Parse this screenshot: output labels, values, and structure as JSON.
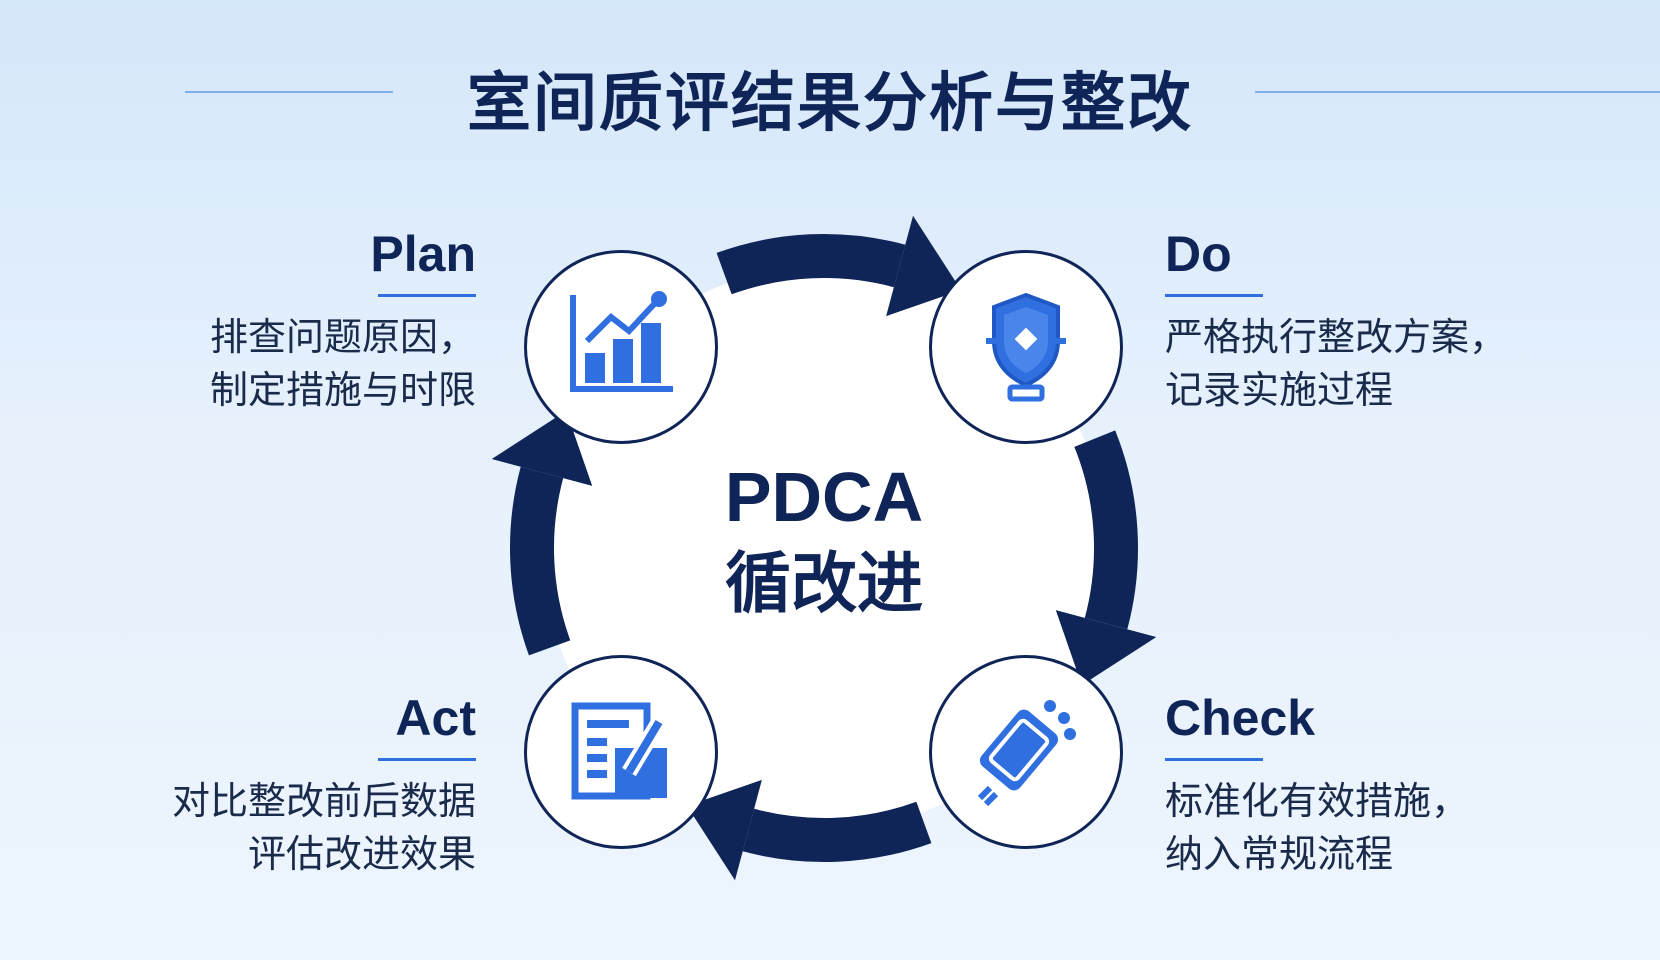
{
  "title": "室间质评结果分析与整改",
  "center": {
    "line1": "PDCA",
    "line2": "循改进"
  },
  "steps": [
    {
      "name": "Plan",
      "lines": [
        "排查问题原因，",
        "制定措施与时限"
      ],
      "icon": "bar-chart-icon"
    },
    {
      "name": "Do",
      "lines": [
        "严格执行整改方案，",
        "记录实施过程"
      ],
      "icon": "shield-icon"
    },
    {
      "name": "Check",
      "lines": [
        "标准化有效措施，",
        "纳入常规流程"
      ],
      "icon": "device-icon"
    },
    {
      "name": "Act",
      "lines": [
        "对比整改前后数据",
        "评估改进效果"
      ],
      "icon": "document-edit-icon"
    }
  ],
  "colors": {
    "navy": "#0f2557",
    "accent": "#2f6fe0"
  }
}
